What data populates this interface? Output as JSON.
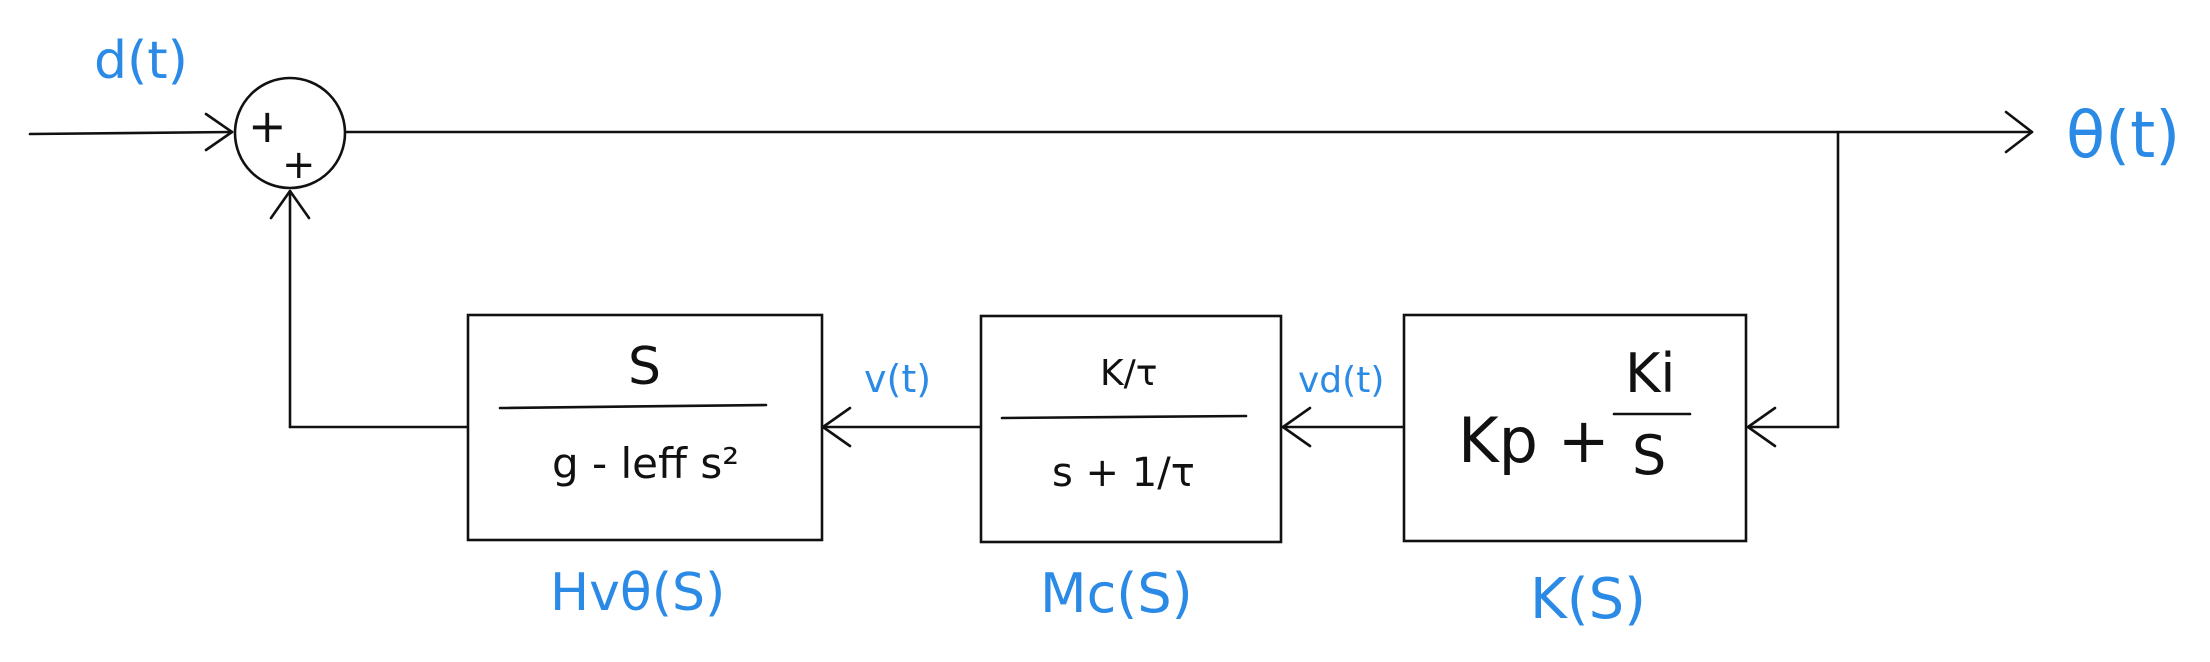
{
  "colors": {
    "ink": "#111111",
    "label": "#2a8ae6",
    "background": "#ffffff"
  },
  "signals": {
    "disturbance": "d(t)",
    "output": "θ(t)",
    "velocity": "v(t)",
    "desired_velocity": "vd(t)"
  },
  "summing_junction": {
    "sign_left": "+",
    "sign_bottom": "+"
  },
  "blocks": {
    "h_vtheta": {
      "name": "Hvθ(S)",
      "numerator": "S",
      "denominator": "g - leff s²"
    },
    "m_c": {
      "name": "Mc(S)",
      "numerator": "K/τ",
      "denominator": "s + 1/τ"
    },
    "k": {
      "name": "K(S)",
      "proportional": "Kp +",
      "integral_numerator": "Ki",
      "integral_denominator": "S"
    }
  }
}
